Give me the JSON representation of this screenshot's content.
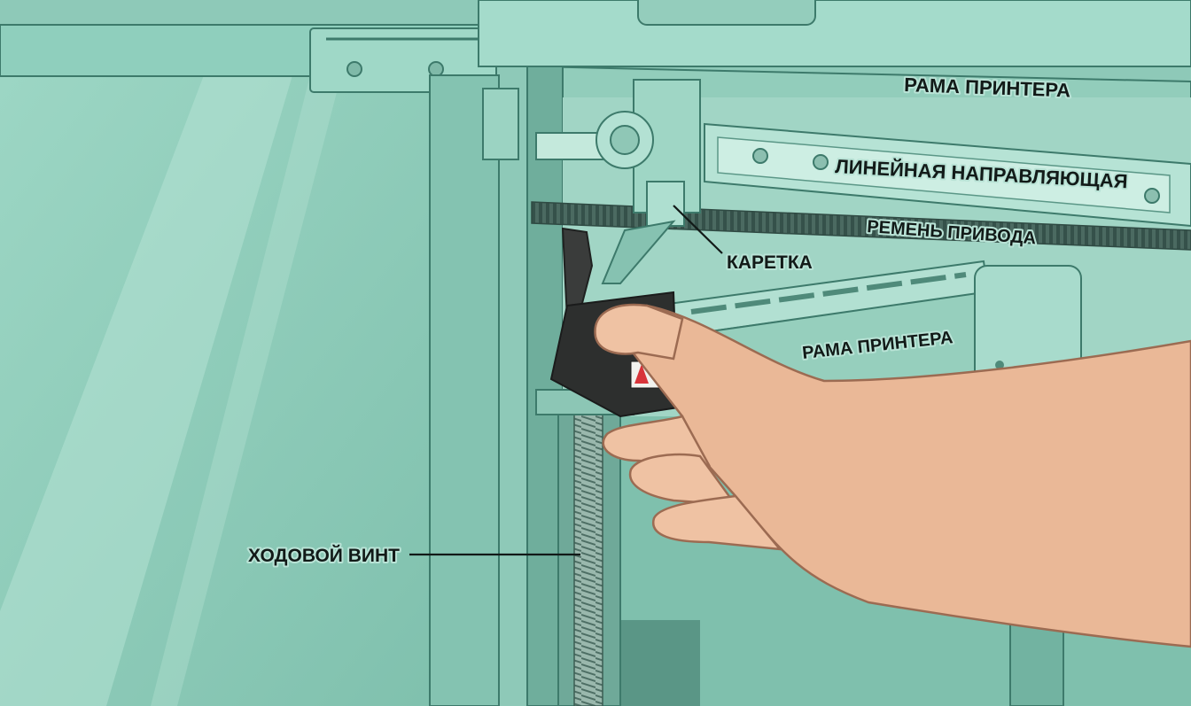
{
  "labels": {
    "frame_top": "РАМА ПРИНТЕРА",
    "linear_guide": "ЛИНЕЙНАЯ НАПРАВЛЯЮЩАЯ",
    "drive_belt": "РЕМЕНЬ ПРИВОДА",
    "carriage": "КАРЕТКА",
    "frame_middle": "РАМА ПРИНТЕРА",
    "lead_screw": "ХОДОВОЙ ВИНТ"
  },
  "colors": {
    "frame_light": "#a9dccd",
    "frame_mid": "#84c3b1",
    "frame_dark": "#5f9f8d",
    "outline": "#3d7a6b",
    "knob": "#2d2f2e",
    "warning_red": "#d8343a",
    "skin": "#eab897",
    "label_text": "#121a18"
  }
}
